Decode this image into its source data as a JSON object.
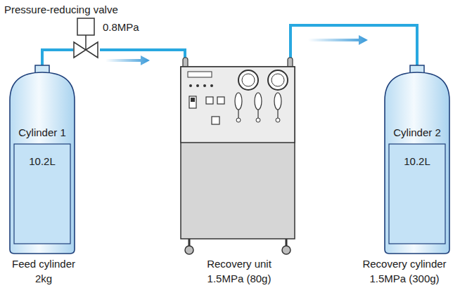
{
  "diagram": {
    "nodes": [
      {
        "text": [
          "Pressure-reducing valve",
          "0.8MPa"
        ]
      },
      {
        "text": [
          "Cylinder 1",
          "10.2L",
          "Feed cylinder 2kg"
        ]
      },
      {
        "text": [
          "Recovery unit 1.5MPa (80g)"
        ]
      },
      {
        "text": [
          "Cylinder 2",
          "10.2L",
          "Recovery cylinder 1.5MPa (300g)"
        ]
      }
    ],
    "edges": [
      {
        "from": 1,
        "to": 0,
        "arrow": "none"
      },
      {
        "from": 0,
        "to": 2,
        "arrow": "none"
      },
      {
        "from": 2,
        "to": 3,
        "arrow": "none"
      }
    ]
  }
}
